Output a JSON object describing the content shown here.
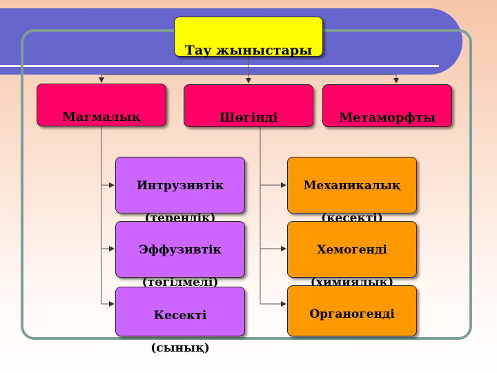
{
  "root": {
    "label": "Тау жыныстары"
  },
  "categories": [
    {
      "label": "Магмалық"
    },
    {
      "label": "Шөгінді"
    },
    {
      "label": "Метаморфты"
    }
  ],
  "magmatic_types": [
    {
      "line1": "Интрузивтік",
      "line2": "(тереңдік)"
    },
    {
      "line1": "Эффузивтік",
      "line2": "(төгілмелі)"
    },
    {
      "line1": "Кесекті",
      "line2": "(сынық)"
    }
  ],
  "sedimentary_types": [
    {
      "line1": "Механикалық",
      "line2": "(кесекті)"
    },
    {
      "line1": "Хемогенді",
      "line2": "(химиялық)"
    },
    {
      "line1": "Органогенді",
      "line2": ""
    }
  ],
  "colors": {
    "banner": "#6666cc",
    "root_box": "#ffff00",
    "category_box": "#ff0066",
    "magmatic_box": "#cc66ff",
    "sedimentary_box": "#ff9900",
    "frame": "#7f9e9a"
  }
}
